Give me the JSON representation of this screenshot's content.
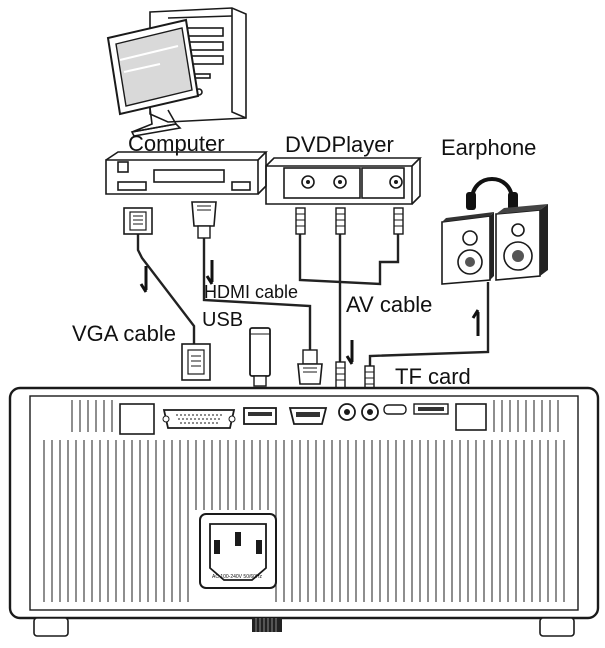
{
  "labels": {
    "computer": "Computer",
    "dvd_player": "DVDPlayer",
    "earphone": "Earphone",
    "hdmi_cable": "HDMI cable",
    "usb": "USB",
    "av_cable": "AV cable",
    "vga_cable": "VGA cable",
    "tf_card": "TF card"
  },
  "power_socket_text": "AC 100-240V 50/60Hz"
}
